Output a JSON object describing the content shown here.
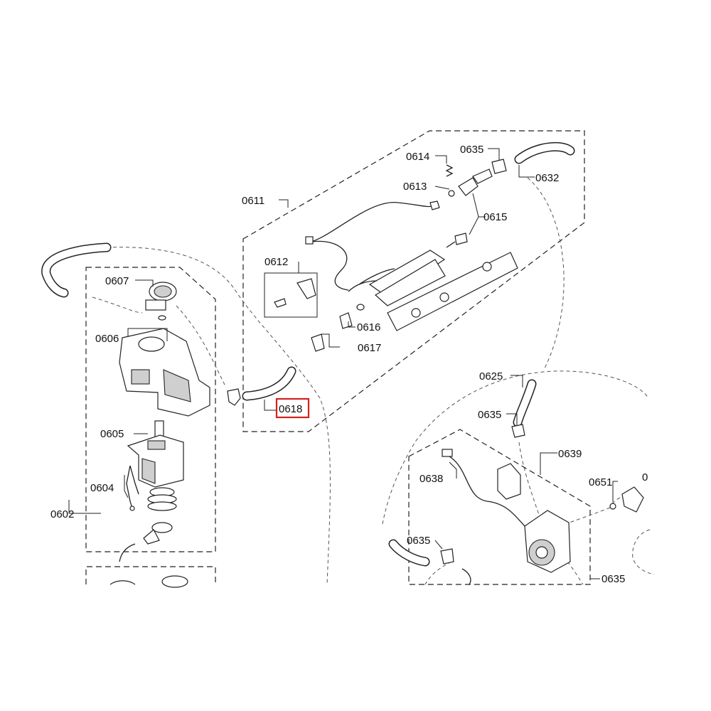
{
  "diagram": {
    "highlight_color": "#d42020",
    "highlighted_label": "0618",
    "labels": [
      {
        "id": "0602",
        "text": "0602"
      },
      {
        "id": "0604",
        "text": "0604"
      },
      {
        "id": "0605",
        "text": "0605"
      },
      {
        "id": "0606",
        "text": "0606"
      },
      {
        "id": "0607",
        "text": "0607"
      },
      {
        "id": "0611",
        "text": "0611"
      },
      {
        "id": "0612",
        "text": "0612"
      },
      {
        "id": "0613",
        "text": "0613"
      },
      {
        "id": "0614",
        "text": "0614"
      },
      {
        "id": "0615",
        "text": "0615"
      },
      {
        "id": "0616",
        "text": "0616"
      },
      {
        "id": "0617",
        "text": "0617"
      },
      {
        "id": "0618",
        "text": "0618"
      },
      {
        "id": "0625",
        "text": "0625"
      },
      {
        "id": "0632",
        "text": "0632"
      },
      {
        "id": "0635a",
        "text": "0635"
      },
      {
        "id": "0635b",
        "text": "0635"
      },
      {
        "id": "0635c",
        "text": "0635"
      },
      {
        "id": "0635d",
        "text": "0635"
      },
      {
        "id": "0638",
        "text": "0638"
      },
      {
        "id": "0639",
        "text": "0639"
      },
      {
        "id": "0651",
        "text": "0651"
      },
      {
        "id": "cut",
        "text": "0"
      }
    ]
  }
}
